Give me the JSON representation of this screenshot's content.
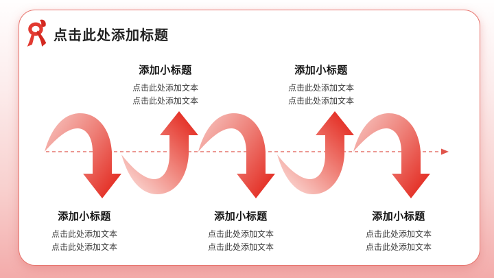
{
  "slide": {
    "title": "点击此处添加标题",
    "header_icon": "red-ribbon-icon"
  },
  "diagram": {
    "type": "alternating-wave-arrows",
    "arrow_directions": [
      "down",
      "up",
      "down",
      "up",
      "down"
    ],
    "axis": "dashed-arrow-right",
    "top_blocks": [
      {
        "title": "添加小标题",
        "lines": [
          "点击此处添加文本",
          "点击此处添加文本"
        ]
      },
      {
        "title": "添加小标题",
        "lines": [
          "点击此处添加文本",
          "点击此处添加文本"
        ]
      }
    ],
    "bottom_blocks": [
      {
        "title": "添加小标题",
        "lines": [
          "点击此处添加文本",
          "点击此处添加文本"
        ]
      },
      {
        "title": "添加小标题",
        "lines": [
          "点击此处添加文本",
          "点击此处添加文本"
        ]
      },
      {
        "title": "添加小标题",
        "lines": [
          "点击此处添加文本",
          "点击此处添加文本"
        ]
      }
    ]
  },
  "colors": {
    "accent_red": "#e4352b",
    "light_red": "#f6beb9",
    "pale_red": "#fbdeda",
    "dashed_line": "#e5776e",
    "card_border": "#e7736c",
    "background_top": "#fffefe",
    "background_bottom": "#f3abaa",
    "title_text": "#222222",
    "body_text": "#3c3c3c"
  }
}
